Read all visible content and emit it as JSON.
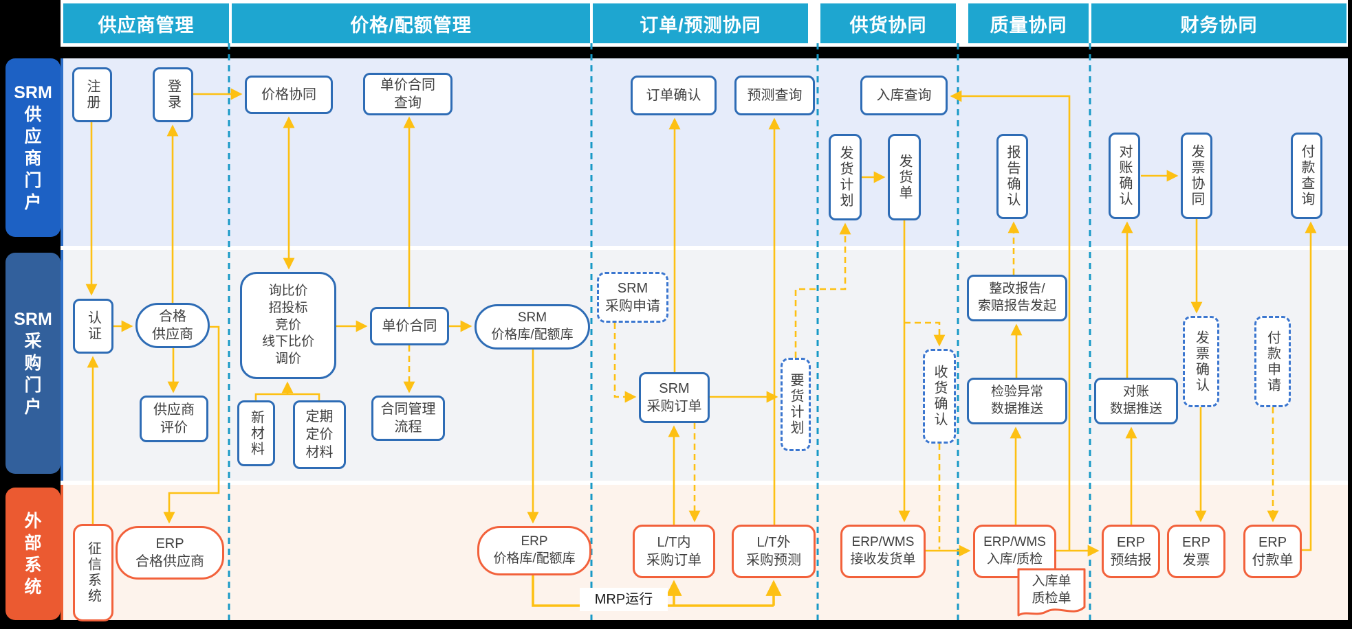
{
  "header": {
    "columns": [
      "供应商管理",
      "价格/配额管理",
      "订单/预测协同",
      "供货协同",
      "质量协同",
      "财务协同"
    ]
  },
  "lanes": [
    {
      "id": "srm-supplier-portal",
      "label": "SRM\n供\n应\n商\n门\n户"
    },
    {
      "id": "srm-procurement-portal",
      "label": "SRM\n采\n购\n门\n户"
    },
    {
      "id": "external-systems",
      "label": "外\n部\n系\n统"
    }
  ],
  "nodes": {
    "register": "注册",
    "login": "登录",
    "price_collab": "价格协同",
    "unit_contract_query": "单价合同\n查询",
    "order_confirm": "订单确认",
    "forecast_query": "预测查询",
    "inbound_query": "入库查询",
    "delivery_plan": "发货计划",
    "delivery_note": "发货单",
    "report_confirm": "报告确认",
    "recon_confirm": "对账确认",
    "invoice_collab": "发票协同",
    "payment_query": "付款查询",
    "auth": "认证",
    "qualified_supplier": "合格\n供应商",
    "supplier_eval": "供应商\n评价",
    "sourcing": "询比价\n招投标\n竞价\n线下比价\n调价",
    "new_material": "新材料",
    "periodic_material": "定期\n定价\n材料",
    "unit_contract": "单价合同",
    "contract_process": "合同管理\n流程",
    "srm_price_lib": "SRM\n价格库/配额库",
    "srm_pr": "SRM\n采购申请",
    "srm_po": "SRM\n采购订单",
    "delivery_req_plan": "要货计划",
    "receipt_confirm": "收货确认",
    "rectify_report": "整改报告/\n索赔报告发起",
    "inspect_push": "检验异常\n数据推送",
    "recon_push": "对账\n数据推送",
    "invoice_confirm": "发票确认",
    "payment_request": "付款申请",
    "credit_system": "征信系统",
    "erp_qualified": "ERP\n合格供应商",
    "erp_price_lib": "ERP\n价格库/配额库",
    "lt_in_po": "L/T内\n采购订单",
    "lt_out_fc": "L/T外\n采购预测",
    "erp_wms_recv": "ERP/WMS\n接收发货单",
    "erp_wms_in": "ERP/WMS\n入库/质检",
    "doc_inbound": "入库单\n质检单",
    "erp_prereport": "ERP\n预结报",
    "erp_invoice": "ERP\n发票",
    "erp_payment": "ERP\n付款单",
    "mrp_run": "MRP运行"
  },
  "colors": {
    "header": "#1ea6d0",
    "divider": "#1899c6",
    "arrow": "#fdc013",
    "blue_border": "#2e6cb5",
    "dashed_border": "#3b76cf",
    "orange_border": "#f2613b",
    "lane1_label": "#1d61c4",
    "lane2_label": "#32609c",
    "lane3_label": "#eb5a31"
  }
}
